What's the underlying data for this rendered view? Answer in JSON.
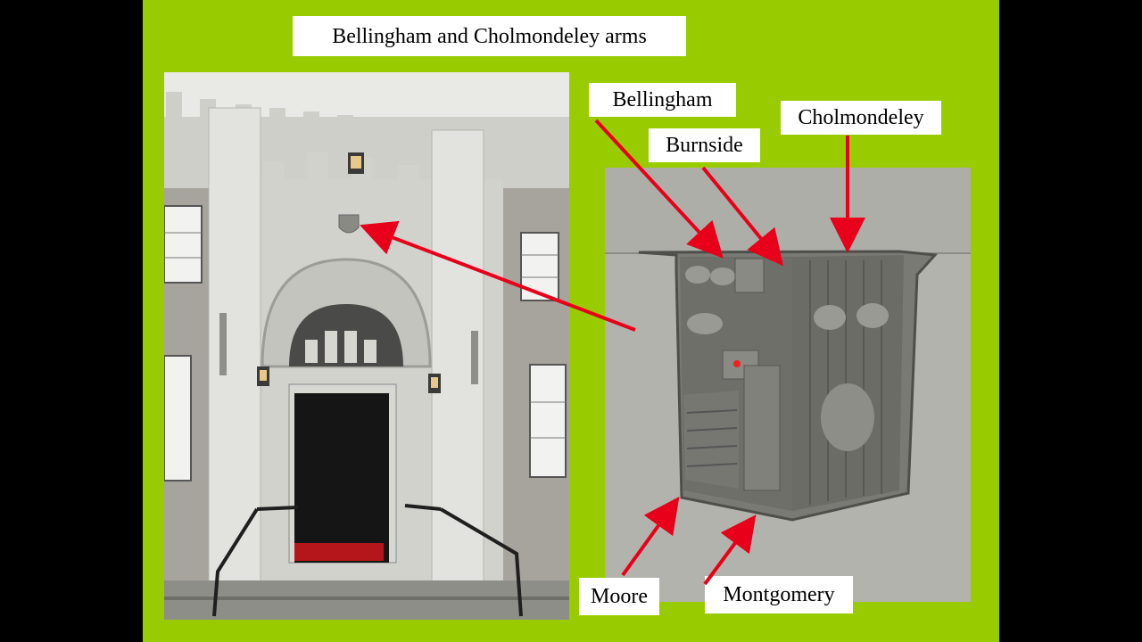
{
  "slide": {
    "title": "Bellingham and Cholmondeley arms",
    "background": "#99cc00"
  },
  "labels": {
    "bellingham": "Bellingham",
    "burnside": "Burnside",
    "cholmondeley": "Cholmondeley",
    "moore": "Moore",
    "montgomery": "Montgomery"
  },
  "colors": {
    "arrow": "#e8001a",
    "stone": "#b9b9b4",
    "plaque": "#5c5c58"
  }
}
